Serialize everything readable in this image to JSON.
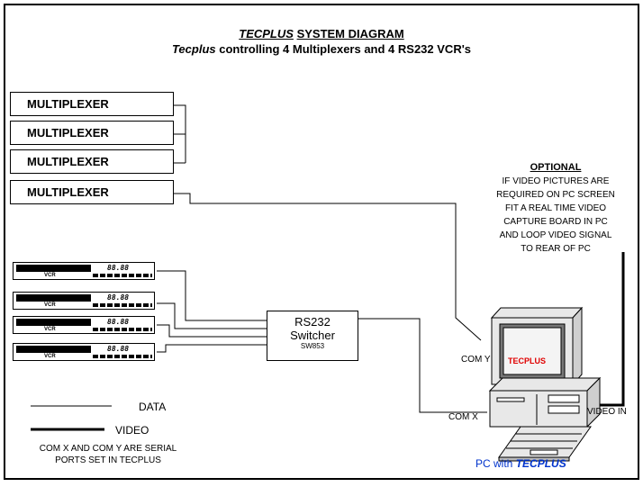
{
  "title": {
    "line1_brand": "TECPLUS",
    "line1_rest": "SYSTEM DIAGRAM",
    "line2_brand": "Tecplus",
    "line2_rest": "controlling 4 Multiplexers and 4 RS232 VCR's"
  },
  "multiplexers": [
    "MULTIPLEXER",
    "MULTIPLEXER",
    "MULTIPLEXER",
    "MULTIPLEXER"
  ],
  "vcrs": [
    {
      "label": "VCR",
      "display": "88.88"
    },
    {
      "label": "VCR",
      "display": "88.88"
    },
    {
      "label": "VCR",
      "display": "88.88"
    },
    {
      "label": "VCR",
      "display": "88.88"
    }
  ],
  "switcher": {
    "line1": "RS232",
    "line2": "Switcher",
    "model": "SW853"
  },
  "optional": {
    "heading": "OPTIONAL",
    "lines": [
      "IF VIDEO PICTURES ARE",
      "REQUIRED ON PC SCREEN",
      "FIT A REAL TIME VIDEO",
      "CAPTURE BOARD IN PC",
      "AND LOOP VIDEO SIGNAL",
      "TO REAR OF PC"
    ]
  },
  "pc": {
    "screen_text": "TECPLUS",
    "com_y": "COM Y",
    "com_x": "COM X",
    "video_in": "VIDEO IN",
    "caption_prefix": "PC with",
    "caption_brand": "TECPLUS"
  },
  "legend": {
    "data": "DATA",
    "video": "VIDEO",
    "note_line1": "COM X AND COM Y ARE SERIAL",
    "note_line2": "PORTS SET IN TECPLUS"
  },
  "colors": {
    "screen_text": "#e00000",
    "caption": "#0033cc",
    "line": "#000000"
  }
}
